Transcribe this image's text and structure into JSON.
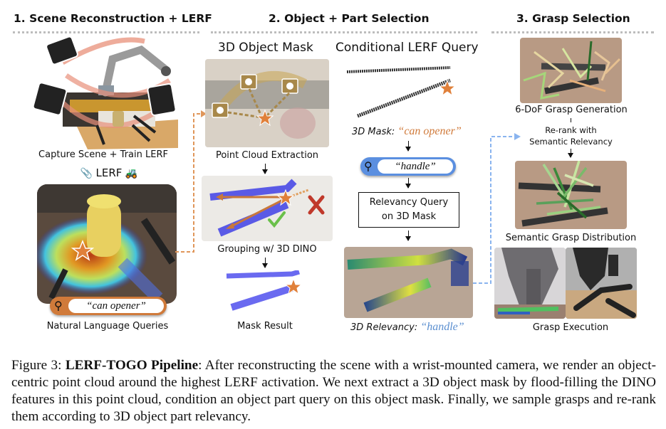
{
  "sections": [
    {
      "title": "1. Scene Reconstruction + LERF"
    },
    {
      "title": "2. Object + Part Selection"
    },
    {
      "title": "3. Grasp Selection"
    }
  ],
  "stage1": {
    "capture_label": "Capture Scene + Train LERF",
    "lerf_label": "LERF",
    "lerf_left_icon": "paperclip-icon",
    "lerf_right_icon": "tractor-icon",
    "query_text": "“can opener”",
    "query_color": "#d07a3a",
    "nlq_label": "Natural Language Queries"
  },
  "stage2": {
    "left_title": "3D Object Mask",
    "right_title": "Conditional LERF Query",
    "point_cloud_label": "Point Cloud Extraction",
    "grouping_label": "Grouping w/ 3D DINO",
    "mask_result_label": "Mask Result",
    "mask_prefix": "3D Mask: ",
    "mask_query": "“can opener”",
    "mask_query_color": "#d07a3a",
    "part_query_text": "“handle”",
    "part_query_color": "#5b8fe0",
    "relevancy_box_line1": "Relevancy Query",
    "relevancy_box_line2": "on 3D Mask",
    "relevancy_prefix": "3D Relevancy: ",
    "relevancy_query": "“handle”",
    "relevancy_query_color": "#5b8fd0"
  },
  "stage3": {
    "grasp_gen_label": "6-DoF Grasp Generation",
    "rerank_line1": "Re-rank with",
    "rerank_line2": "Semantic Relevancy",
    "distribution_label": "Semantic Grasp Distribution",
    "execution_label": "Grasp Execution"
  },
  "caption": {
    "figure_label": "Figure 3: ",
    "bold_title": "LERF-TOGO Pipeline",
    "body": ": After reconstructing the scene with a wrist-mounted camera, we render an object-centric point cloud around the highest LERF activation. We next extract a 3D object mask by flood-filling the DINO features in this point cloud, condition an object part query on this object mask. Finally, we sample grasps and re-rank them according to 3D object part relevancy."
  }
}
